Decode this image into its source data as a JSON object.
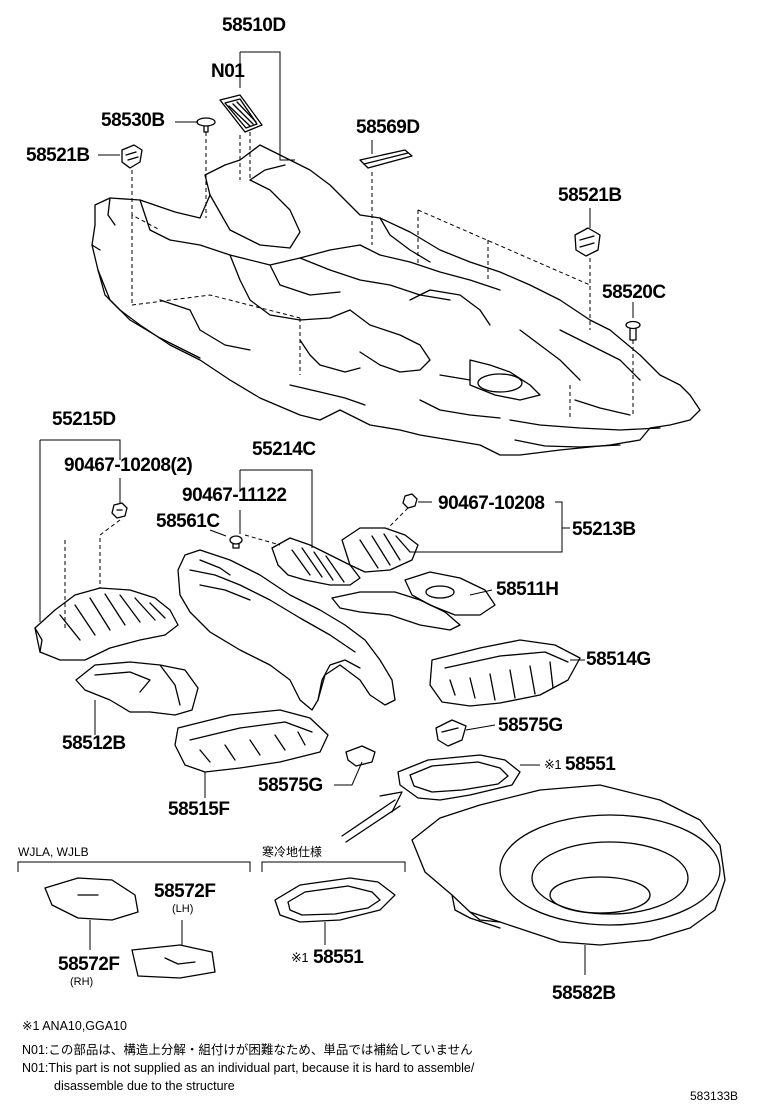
{
  "labels": {
    "p58510D": "58510D",
    "pN01": "N01",
    "p58530B": "58530B",
    "p58521B_left": "58521B",
    "p58569D": "58569D",
    "p58521B_right": "58521B",
    "p58520C": "58520C",
    "p55215D": "55215D",
    "p90467_10208_2": "90467-10208(2)",
    "p55214C": "55214C",
    "p90467_11122": "90467-11122",
    "p90467_10208": "90467-10208",
    "p55213B": "55213B",
    "p58561C": "58561C",
    "p58511H": "58511H",
    "p58514G": "58514G",
    "p58512B": "58512B",
    "p58575G_right": "58575G",
    "p58551_right": "58551",
    "p58575G_left": "58575G",
    "p58515F": "58515F",
    "p58572F_lh": "58572F",
    "p58572F_rh": "58572F",
    "p58551_inset": "58551",
    "p58582B": "58582B"
  },
  "sublabels": {
    "lh": "(LH)",
    "rh": "(RH)"
  },
  "marks": {
    "ref_right": "※1",
    "ref_inset": "※1"
  },
  "groups": {
    "wjla": "WJLA, WJLB",
    "cold": "寒冷地仕様"
  },
  "notes": {
    "n1": "※1 ANA10,GGA10",
    "n2": "N01:この部品は、構造上分解・組付けが困難なため、単品では補給していません",
    "n3": "N01:This part is not supplied as an individual part, because it is hard to assemble/",
    "n4": "disassemble due to the structure"
  },
  "drawing_code": "583133B"
}
